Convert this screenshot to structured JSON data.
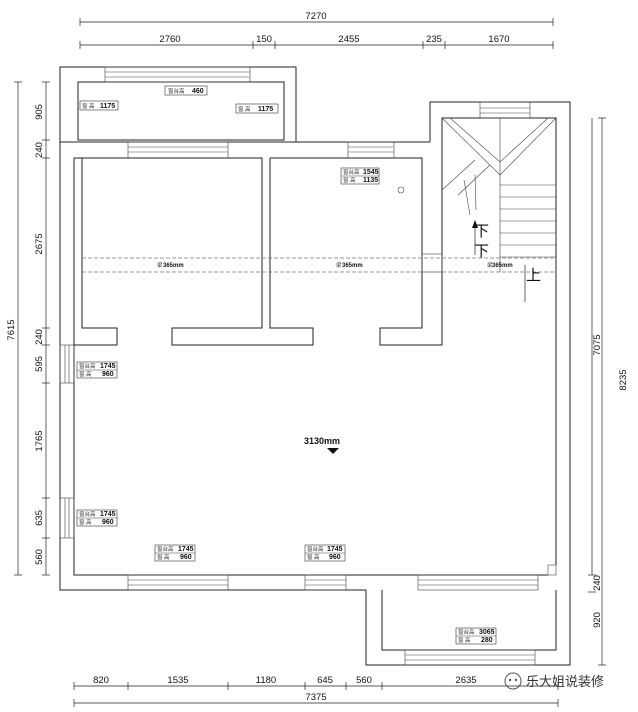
{
  "dims_top": {
    "total": "7270",
    "segs": [
      "2760",
      "150",
      "2455",
      "235",
      "1670"
    ]
  },
  "dims_bottom": {
    "total": "7375",
    "segs": [
      "820",
      "1535",
      "1180",
      "645",
      "560",
      "2635"
    ]
  },
  "dims_left_outer": "7615",
  "dims_left": [
    "905",
    "240",
    "2675",
    "240",
    "595",
    "1765",
    "635",
    "560"
  ],
  "dims_right": {
    "outer": "8235",
    "inner": "7075",
    "segs": [
      "240",
      "920"
    ]
  },
  "tags": {
    "balcony_top": {
      "label": "窗台高",
      "value": "460"
    },
    "balcony_left": {
      "label": "窗 高",
      "value": "1175"
    },
    "balcony_right": {
      "label": "窗 高",
      "value": "1175"
    },
    "room_right": {
      "label1": "窗台高",
      "value1": "1545",
      "label2": "窗 高",
      "value2": "1135"
    },
    "left_1": {
      "label1": "窗台高",
      "value1": "1745",
      "label2": "窗 高",
      "value2": "960"
    },
    "left_2": {
      "label1": "窗台高",
      "value1": "1745",
      "label2": "窗 高",
      "value2": "960"
    },
    "bottom_1": {
      "label1": "窗台高",
      "value1": "1745",
      "label2": "窗 高",
      "value2": "960"
    },
    "bottom_2": {
      "label1": "窗台高",
      "value1": "1745",
      "label2": "窗 高",
      "value2": "960"
    },
    "balcony_bottom": {
      "label1": "窗台高",
      "value1": "3065",
      "label2": "窗 高",
      "value2": "280"
    }
  },
  "beam": {
    "label1": "梁",
    "value1": "365mm",
    "label2": "梁",
    "value2": "365mm",
    "label3": "梁",
    "value3": "365mm"
  },
  "ceiling_height": "3130mm",
  "stairs": {
    "down1": "下",
    "down2": "下",
    "up": "上"
  },
  "watermark": "乐大姐说装修"
}
